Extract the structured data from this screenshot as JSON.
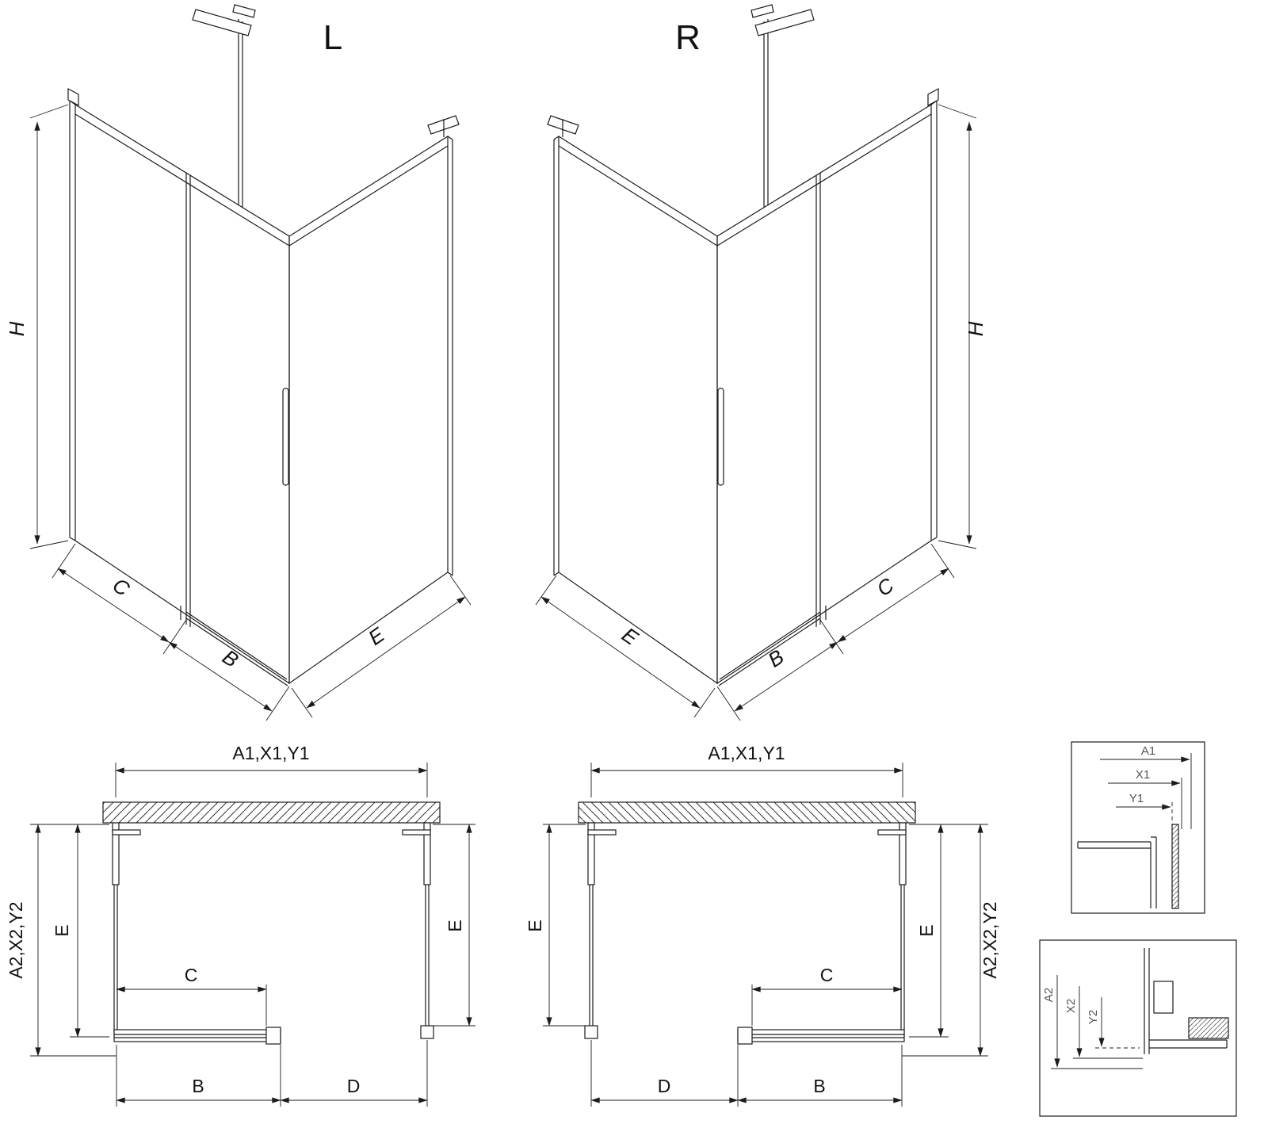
{
  "drawing": {
    "background": "#ffffff",
    "line_color": "#1c1c1c",
    "views": {
      "iso_left": {
        "title": "L",
        "dim_h": "H",
        "dim_c": "C",
        "dim_b": "B",
        "dim_e": "E"
      },
      "iso_right": {
        "title": "R",
        "dim_h": "H",
        "dim_c": "C",
        "dim_b": "B",
        "dim_e": "E"
      },
      "plan_left": {
        "dim_top": "A1,X1,Y1",
        "dim_side": "A2,X2,Y2",
        "dim_e_left": "E",
        "dim_e_right": "E",
        "dim_c": "C",
        "dim_b": "B",
        "dim_d": "D"
      },
      "plan_right": {
        "dim_top": "A1,X1,Y1",
        "dim_side": "A2,X2,Y2",
        "dim_e_left": "E",
        "dim_e_right": "E",
        "dim_c": "C",
        "dim_b": "B",
        "dim_d": "D"
      },
      "detail_top": {
        "dim_a1": "A1",
        "dim_x1": "X1",
        "dim_y1": "Y1"
      },
      "detail_bottom": {
        "dim_a2": "A2",
        "dim_x2": "X2",
        "dim_y2": "Y2"
      }
    }
  }
}
